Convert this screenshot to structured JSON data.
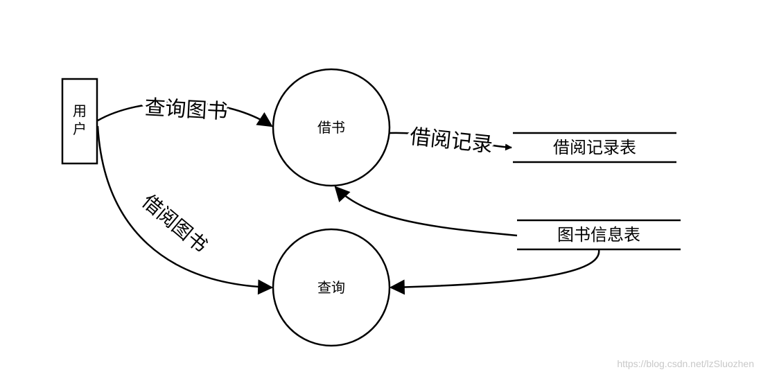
{
  "diagram": {
    "entity": {
      "name_line1": "用",
      "name_line2": "户"
    },
    "processes": {
      "borrow": "借书",
      "query": "查询"
    },
    "data_stores": {
      "borrow_records": "借阅记录表",
      "book_info": "图书信息表"
    },
    "flows": {
      "query_books": "查询图书",
      "borrow_books": "借阅图书",
      "borrow_record": "借阅记录"
    }
  },
  "watermark": "https://blog.csdn.net/lzSluozhen"
}
